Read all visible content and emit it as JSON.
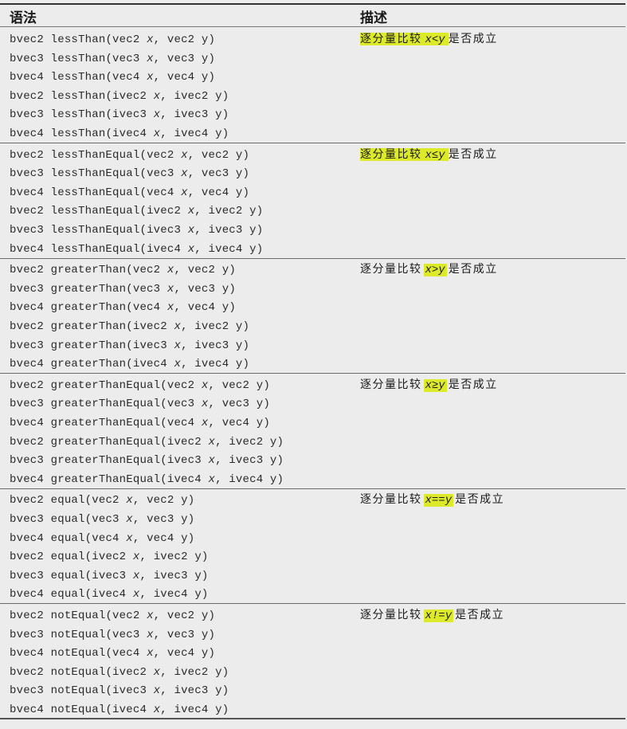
{
  "header": {
    "syntax": "语法",
    "description": "描述"
  },
  "desc_prefix": "逐分量比较",
  "desc_suffix": "是否成立",
  "highlight_color": "#dcea2a",
  "groups": [
    {
      "func": "lessThan",
      "op": "x<y",
      "highlight": "full",
      "lines": [
        {
          "ret": "bvec2",
          "t1": "vec2",
          "t2": "vec2"
        },
        {
          "ret": "bvec3",
          "t1": "vec3",
          "t2": "vec3"
        },
        {
          "ret": "bvec4",
          "t1": "vec4",
          "t2": "vec4"
        },
        {
          "ret": "bvec2",
          "t1": "ivec2",
          "t2": "ivec2"
        },
        {
          "ret": "bvec3",
          "t1": "ivec3",
          "t2": "ivec3"
        },
        {
          "ret": "bvec4",
          "t1": "ivec4",
          "t2": "ivec4"
        }
      ]
    },
    {
      "func": "lessThanEqual",
      "op": "x≤y",
      "highlight": "full",
      "lines": [
        {
          "ret": "bvec2",
          "t1": "vec2",
          "t2": "vec2"
        },
        {
          "ret": "bvec3",
          "t1": "vec3",
          "t2": "vec3"
        },
        {
          "ret": "bvec4",
          "t1": "vec4",
          "t2": "vec4"
        },
        {
          "ret": "bvec2",
          "t1": "ivec2",
          "t2": "ivec2"
        },
        {
          "ret": "bvec3",
          "t1": "ivec3",
          "t2": "ivec3"
        },
        {
          "ret": "bvec4",
          "t1": "ivec4",
          "t2": "ivec4"
        }
      ]
    },
    {
      "func": "greaterThan",
      "op": "x>y",
      "highlight": "op",
      "lines": [
        {
          "ret": "bvec2",
          "t1": "vec2",
          "t2": "vec2"
        },
        {
          "ret": "bvec3",
          "t1": "vec3",
          "t2": "vec3"
        },
        {
          "ret": "bvec4",
          "t1": "vec4",
          "t2": "vec4"
        },
        {
          "ret": "bvec2",
          "t1": "ivec2",
          "t2": "ivec2"
        },
        {
          "ret": "bvec3",
          "t1": "ivec3",
          "t2": "ivec3"
        },
        {
          "ret": "bvec4",
          "t1": "ivec4",
          "t2": "ivec4"
        }
      ]
    },
    {
      "func": "greaterThanEqual",
      "op": "x≥y",
      "highlight": "op",
      "lines": [
        {
          "ret": "bvec2",
          "t1": "vec2",
          "t2": "vec2"
        },
        {
          "ret": "bvec3",
          "t1": "vec3",
          "t2": "vec3"
        },
        {
          "ret": "bvec4",
          "t1": "vec4",
          "t2": "vec4"
        },
        {
          "ret": "bvec2",
          "t1": "ivec2",
          "t2": "ivec2"
        },
        {
          "ret": "bvec3",
          "t1": "ivec3",
          "t2": "ivec3"
        },
        {
          "ret": "bvec4",
          "t1": "ivec4",
          "t2": "ivec4"
        }
      ]
    },
    {
      "func": "equal",
      "op": "x==y",
      "highlight": "op",
      "lines": [
        {
          "ret": "bvec2",
          "t1": "vec2",
          "t2": "vec2"
        },
        {
          "ret": "bvec3",
          "t1": "vec3",
          "t2": "vec3"
        },
        {
          "ret": "bvec4",
          "t1": "vec4",
          "t2": "vec4"
        },
        {
          "ret": "bvec2",
          "t1": "ivec2",
          "t2": "ivec2"
        },
        {
          "ret": "bvec3",
          "t1": "ivec3",
          "t2": "ivec3"
        },
        {
          "ret": "bvec4",
          "t1": "ivec4",
          "t2": "ivec4"
        }
      ]
    },
    {
      "func": "notEqual",
      "op": "x!=y",
      "highlight": "op",
      "lines": [
        {
          "ret": "bvec2",
          "t1": "vec2",
          "t2": "vec2"
        },
        {
          "ret": "bvec3",
          "t1": "vec3",
          "t2": "vec3"
        },
        {
          "ret": "bvec4",
          "t1": "vec4",
          "t2": "vec4"
        },
        {
          "ret": "bvec2",
          "t1": "ivec2",
          "t2": "ivec2"
        },
        {
          "ret": "bvec3",
          "t1": "ivec3",
          "t2": "ivec3"
        },
        {
          "ret": "bvec4",
          "t1": "ivec4",
          "t2": "ivec4"
        }
      ]
    }
  ]
}
